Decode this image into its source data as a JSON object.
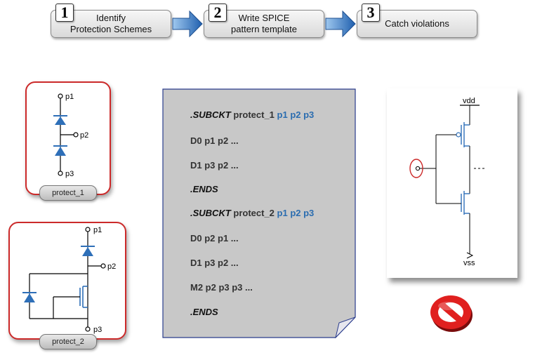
{
  "steps": [
    {
      "number": "1",
      "label": "Identify\nProtection Schemes"
    },
    {
      "number": "2",
      "label": "Write SPICE\npattern template"
    },
    {
      "number": "3",
      "label": "Catch violations"
    }
  ],
  "protect_1": {
    "tag": "protect_1",
    "pins": [
      "p1",
      "p2",
      "p3"
    ]
  },
  "protect_2": {
    "tag": "protect_2",
    "pins": [
      "p1",
      "p2",
      "p3"
    ]
  },
  "spice": {
    "lines": [
      {
        "kw": ".SUBCKT",
        "name": " protect_1 ",
        "pins": "p1 p2 p3"
      },
      {
        "text": "D0 p1 p2 ..."
      },
      {
        "text": "D1 p3 p2 ..."
      },
      {
        "kw": ".ENDS"
      },
      {
        "kw": ".SUBCKT",
        "name": " protect_2 ",
        "pins": "p1 p2 p3"
      },
      {
        "text": "D0 p2 p1 ..."
      },
      {
        "text": "D1 p3 p2 ..."
      },
      {
        "text": "M2 p2 p3 p3 ..."
      },
      {
        "kw": ".ENDS"
      }
    ]
  },
  "inverter": {
    "vdd": "vdd",
    "vss": "vss"
  },
  "colors": {
    "accent_blue": "#2b6db0",
    "border_red": "#cc2a2a",
    "diode_blue": "#2e6fb8",
    "sheet_gray": "#c8c8c8",
    "sheet_border": "#2a3c8c"
  }
}
